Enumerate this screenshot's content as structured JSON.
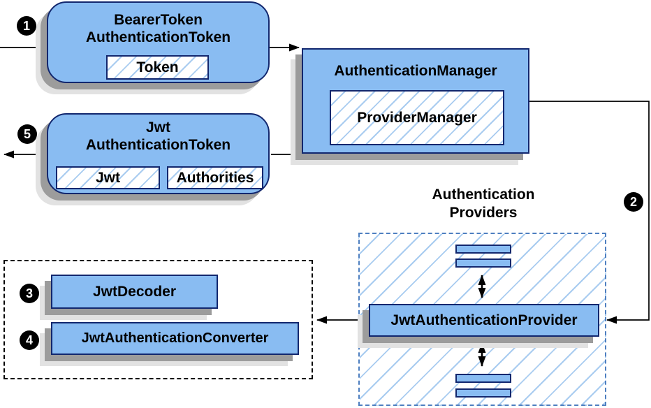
{
  "nodes": {
    "bearer_token": {
      "title": "BearerToken\nAuthenticationToken",
      "field": "Token"
    },
    "authentication_manager": {
      "title": "AuthenticationManager",
      "field": "ProviderManager"
    },
    "jwt_authentication_token": {
      "title": "Jwt\nAuthenticationToken",
      "field_jwt": "Jwt",
      "field_authorities": "Authorities"
    },
    "jwt_authentication_provider": {
      "title": "JwtAuthenticationProvider"
    },
    "jwt_decoder": {
      "title": "JwtDecoder"
    },
    "jwt_authentication_converter": {
      "title": "JwtAuthenticationConverter"
    }
  },
  "groups": {
    "authentication_providers": {
      "label": "Authentication\nProviders"
    }
  },
  "steps": [
    {
      "num": "1"
    },
    {
      "num": "2"
    },
    {
      "num": "3"
    },
    {
      "num": "4"
    },
    {
      "num": "5"
    }
  ],
  "edges": [
    {
      "from": "incoming-request",
      "to": "bearer_token",
      "step": "1"
    },
    {
      "from": "bearer_token",
      "to": "authentication_manager"
    },
    {
      "from": "authentication_manager",
      "to": "jwt_authentication_provider",
      "step": "2"
    },
    {
      "from": "jwt_authentication_provider",
      "to": "resolver-group",
      "steps": [
        "3",
        "4"
      ]
    },
    {
      "from": "authentication_manager",
      "to": "jwt_authentication_token"
    },
    {
      "from": "jwt_authentication_token",
      "to": "outgoing-response",
      "step": "5"
    }
  ],
  "colors": {
    "node_fill": "#89BCF2",
    "node_border": "#12276E",
    "hatch_line": "#A9CCF0",
    "providers_dash": "#4E7FC0",
    "resolver_dash": "#000000",
    "shadow_dark": "#9C9C9C",
    "shadow_light": "#E2E2E2",
    "arrow": "#000000",
    "badge_bg": "#000000",
    "badge_text": "#FFFFFF"
  }
}
